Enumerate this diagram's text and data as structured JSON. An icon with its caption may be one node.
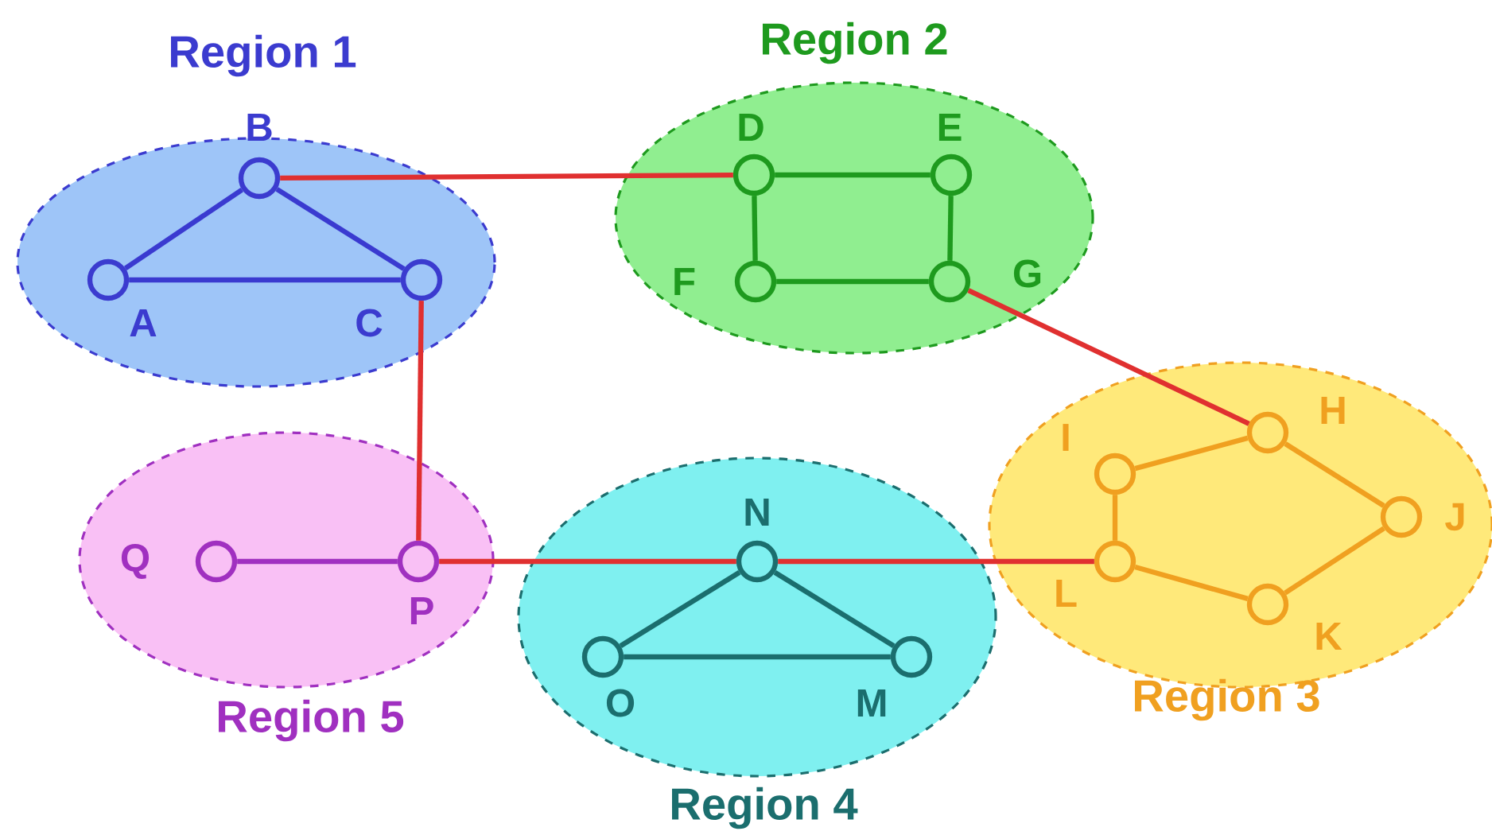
{
  "diagram": {
    "nodes": [
      {
        "text": [
          "Region 1"
        ]
      },
      {
        "text": [
          "A"
        ],
        "in": 0
      },
      {
        "text": [
          "B"
        ],
        "in": 0
      },
      {
        "text": [
          "C"
        ],
        "in": 0
      },
      {
        "text": [
          "Region 2"
        ]
      },
      {
        "text": [
          "D"
        ],
        "in": 4
      },
      {
        "text": [
          "E"
        ],
        "in": 4
      },
      {
        "text": [
          "F"
        ],
        "in": 4
      },
      {
        "text": [
          "G"
        ],
        "in": 4
      },
      {
        "text": [
          "Region 3"
        ]
      },
      {
        "text": [
          "H"
        ],
        "in": 9
      },
      {
        "text": [
          "I"
        ],
        "in": 9
      },
      {
        "text": [
          "J"
        ],
        "in": 9
      },
      {
        "text": [
          "K"
        ],
        "in": 9
      },
      {
        "text": [
          "L"
        ],
        "in": 9
      },
      {
        "text": [
          "Region 4"
        ]
      },
      {
        "text": [
          "N"
        ],
        "in": 15
      },
      {
        "text": [
          "O"
        ],
        "in": 15
      },
      {
        "text": [
          "M"
        ],
        "in": 15
      },
      {
        "text": [
          "Region 5"
        ]
      },
      {
        "text": [
          "P"
        ],
        "in": 19
      },
      {
        "text": [
          "Q"
        ],
        "in": 19
      }
    ],
    "edges": [
      {
        "from": 1,
        "to": 2,
        "arrow": "none",
        "color": "#3a3ad0"
      },
      {
        "from": 2,
        "to": 3,
        "arrow": "none",
        "color": "#3a3ad0"
      },
      {
        "from": 1,
        "to": 3,
        "arrow": "none",
        "color": "#3a3ad0"
      },
      {
        "from": 5,
        "to": 6,
        "arrow": "none",
        "color": "#1e9a1e"
      },
      {
        "from": 6,
        "to": 8,
        "arrow": "none",
        "color": "#1e9a1e"
      },
      {
        "from": 8,
        "to": 7,
        "arrow": "none",
        "color": "#1e9a1e"
      },
      {
        "from": 7,
        "to": 5,
        "arrow": "none",
        "color": "#1e9a1e"
      },
      {
        "from": 11,
        "to": 10,
        "arrow": "none",
        "color": "#f0a020"
      },
      {
        "from": 10,
        "to": 12,
        "arrow": "none",
        "color": "#f0a020"
      },
      {
        "from": 12,
        "to": 13,
        "arrow": "none",
        "color": "#f0a020"
      },
      {
        "from": 13,
        "to": 14,
        "arrow": "none",
        "color": "#f0a020"
      },
      {
        "from": 14,
        "to": 11,
        "arrow": "none",
        "color": "#f0a020"
      },
      {
        "from": 16,
        "to": 17,
        "arrow": "none",
        "color": "#1b6e6e"
      },
      {
        "from": 16,
        "to": 18,
        "arrow": "none",
        "color": "#1b6e6e"
      },
      {
        "from": 17,
        "to": 18,
        "arrow": "none",
        "color": "#1b6e6e"
      },
      {
        "from": 21,
        "to": 20,
        "arrow": "none",
        "color": "#a030c0"
      },
      {
        "from": 2,
        "to": 5,
        "arrow": "none",
        "color": "#e03030"
      },
      {
        "from": 8,
        "to": 10,
        "arrow": "none",
        "color": "#e03030"
      },
      {
        "from": 3,
        "to": 20,
        "arrow": "none",
        "color": "#e03030"
      },
      {
        "from": 20,
        "to": 16,
        "arrow": "none",
        "color": "#e03030"
      },
      {
        "from": 16,
        "to": 14,
        "arrow": "none",
        "color": "#e03030"
      }
    ]
  }
}
